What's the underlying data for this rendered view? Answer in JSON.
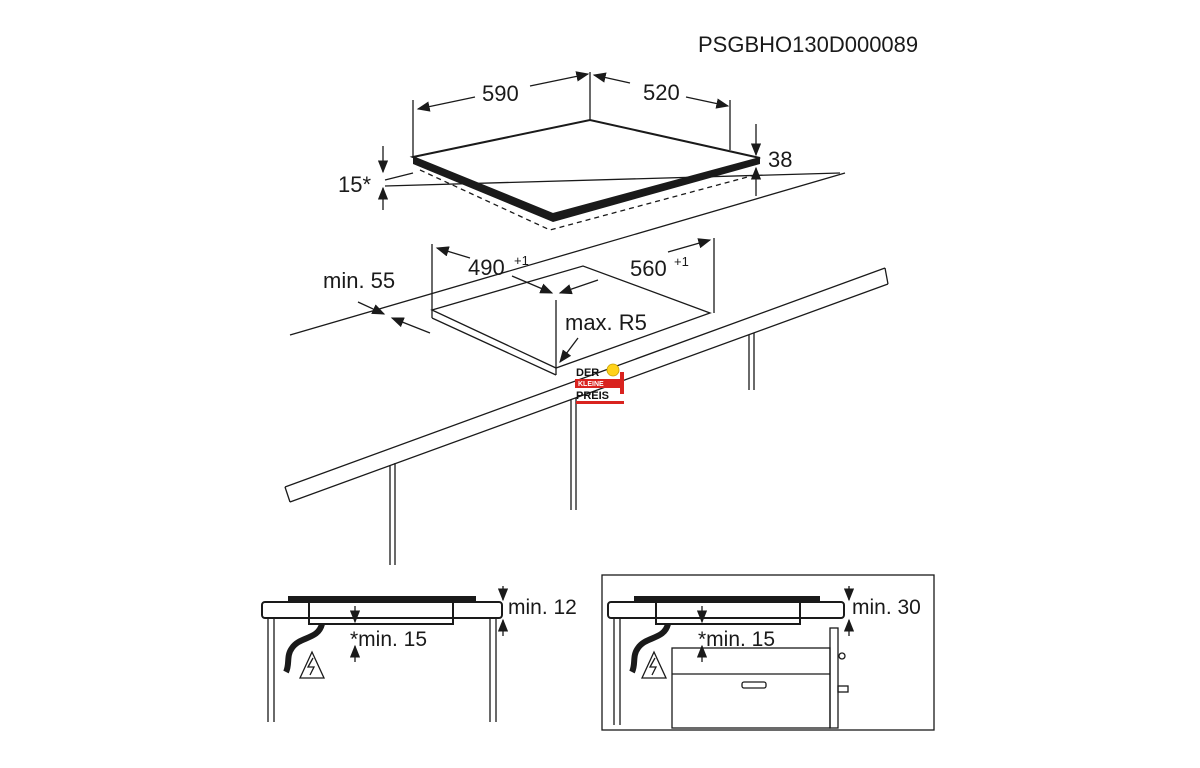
{
  "model_code": "PSGBHO130D000089",
  "dimensions": {
    "width": "590",
    "depth": "520",
    "height": "38",
    "clearance_top": "15*",
    "cutout_width": "560",
    "cutout_depth": "490",
    "cutout_tolerance": "+1",
    "wall_distance": "min. 55",
    "corner_radius": "max. R5"
  },
  "detail_left": {
    "top_clearance": "min. 12",
    "below_clearance": "*min. 15"
  },
  "detail_right": {
    "top_clearance": "min. 30",
    "below_clearance": "*min. 15"
  },
  "logo": {
    "line1": "DER",
    "line2": "KLEINE",
    "line3": "PREIS"
  },
  "colors": {
    "ink": "#1a1a1a",
    "logo_red": "#d9231f",
    "logo_yellow": "#ffd21a"
  }
}
